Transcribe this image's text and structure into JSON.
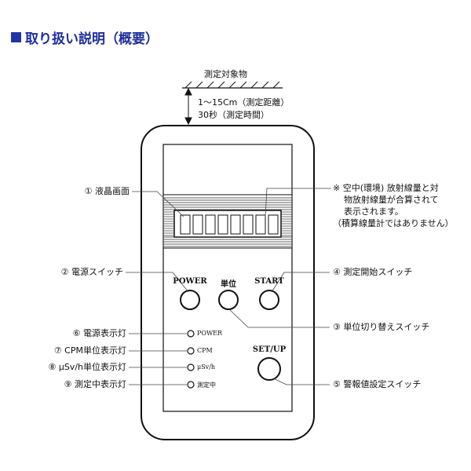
{
  "title": "取り扱い説明（概要）",
  "top_labels": {
    "target": "測定対象物",
    "distance": "1〜15Cm（測定距離）",
    "time": "30秒（測定時間）"
  },
  "panel": {
    "power_label": "POWER",
    "unit_label": "単位",
    "start_label": "START",
    "setup_label": "SET/UP",
    "led_power": "POWER",
    "led_cpm": "CPM",
    "led_usv": "μSv/h",
    "led_measuring": "測定中"
  },
  "callouts": {
    "c1": "① 液晶画面",
    "c2": "② 電源スイッチ",
    "c3": "③ 単位切り替えスイッチ",
    "c4": "④ 測定開始スイッチ",
    "c5": "⑤ 警報値設定スイッチ",
    "c6": "⑥ 電源表示灯",
    "c7": "⑦ CPM単位表示灯",
    "c8": "⑧ μSv/h単位表示灯",
    "c9": "⑨ 測定中表示灯"
  },
  "note": {
    "line1": "※ 空中(環境) 放射線量と対",
    "line2": "物放射線量が合算されて",
    "line3": "表示されます。",
    "line4": "（積算線量計ではありません）"
  }
}
